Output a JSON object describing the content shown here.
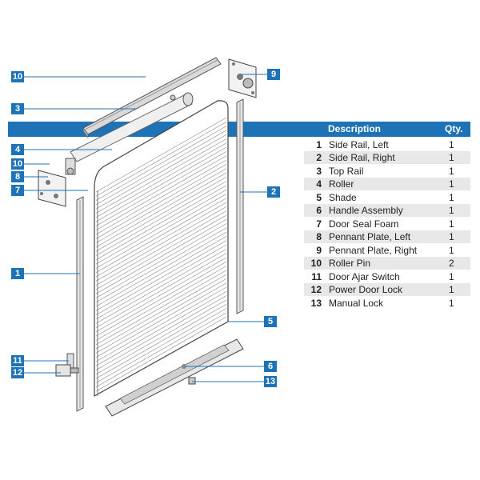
{
  "colors": {
    "accent": "#1d73b6",
    "row_shade": "#e8e8e8",
    "line": "#1d73b6"
  },
  "table": {
    "header": {
      "description": "Description",
      "qty": "Qty."
    },
    "rows": [
      {
        "num": "1",
        "description": "Side Rail, Left",
        "qty": "1"
      },
      {
        "num": "2",
        "description": "Side Rail, Right",
        "qty": "1"
      },
      {
        "num": "3",
        "description": "Top Rail",
        "qty": "1"
      },
      {
        "num": "4",
        "description": "Roller",
        "qty": "1"
      },
      {
        "num": "5",
        "description": "Shade",
        "qty": "1"
      },
      {
        "num": "6",
        "description": "Handle Assembly",
        "qty": "1"
      },
      {
        "num": "7",
        "description": "Door Seal Foam",
        "qty": "1"
      },
      {
        "num": "8",
        "description": "Pennant Plate, Left",
        "qty": "1"
      },
      {
        "num": "9",
        "description": "Pennant Plate, Right",
        "qty": "1"
      },
      {
        "num": "10",
        "description": "Roller Pin",
        "qty": "2"
      },
      {
        "num": "11",
        "description": "Door Ajar Switch",
        "qty": "1"
      },
      {
        "num": "12",
        "description": "Power Door Lock",
        "qty": "1"
      },
      {
        "num": "13",
        "description": "Manual Lock",
        "qty": "1"
      }
    ]
  },
  "callouts": {
    "c10a": "10",
    "c3": "3",
    "c4": "4",
    "c10b": "10",
    "c8": "8",
    "c7": "7",
    "c1": "1",
    "c11": "11",
    "c12": "12",
    "c9": "9",
    "c2": "2",
    "c5": "5",
    "c6": "6",
    "c13": "13"
  }
}
